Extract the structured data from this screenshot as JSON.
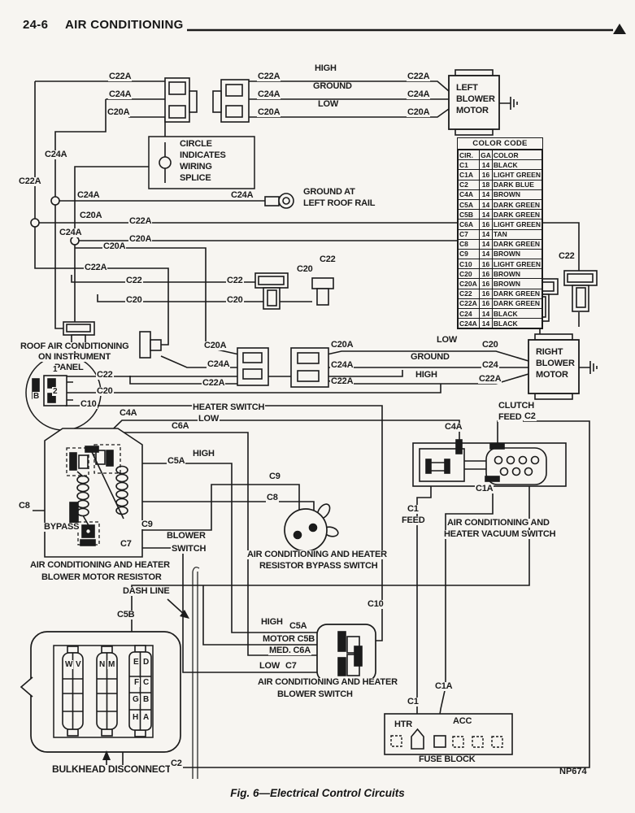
{
  "header": {
    "section": "24-6",
    "title": "AIR CONDITIONING"
  },
  "caption": "Fig. 6—Electrical Control Circuits",
  "drawing_number": "NP674",
  "legend": {
    "lines": [
      "CIRCLE",
      "INDICATES",
      "WIRING",
      "SPLICE"
    ]
  },
  "color_code": {
    "title": "COLOR CODE",
    "columns": [
      "CIR.",
      "GA",
      "COLOR"
    ],
    "rows": [
      [
        "C1",
        "14",
        "BLACK"
      ],
      [
        "C1A",
        "16",
        "LIGHT GREEN"
      ],
      [
        "C2",
        "18",
        "DARK BLUE"
      ],
      [
        "C4A",
        "14",
        "BROWN"
      ],
      [
        "C5A",
        "14",
        "DARK GREEN"
      ],
      [
        "C5B",
        "14",
        "DARK GREEN"
      ],
      [
        "C6A",
        "16",
        "LIGHT GREEN"
      ],
      [
        "C7",
        "14",
        "TAN"
      ],
      [
        "C8",
        "14",
        "DARK GREEN"
      ],
      [
        "C9",
        "14",
        "BROWN"
      ],
      [
        "C10",
        "16",
        "LIGHT GREEN"
      ],
      [
        "C20",
        "16",
        "BROWN"
      ],
      [
        "C20A",
        "16",
        "BROWN"
      ],
      [
        "C22",
        "16",
        "DARK GREEN"
      ],
      [
        "C22A",
        "16",
        "DARK GREEN"
      ],
      [
        "C24",
        "14",
        "BLACK"
      ],
      [
        "C24A",
        "14",
        "BLACK"
      ]
    ]
  },
  "components": {
    "left_blower_motor": [
      "LEFT",
      "BLOWER",
      "MOTOR"
    ],
    "right_blower_motor": [
      "RIGHT",
      "BLOWER",
      "MOTOR"
    ],
    "fuse_block": "FUSE BLOCK",
    "bulkhead_disconnect": "BULKHEAD DISCONNECT",
    "resistor": [
      "AIR CONDITIONING AND HEATER",
      "BLOWER MOTOR RESISTOR"
    ],
    "bypass_switch": [
      "AIR CONDITIONING AND HEATER",
      "RESISTOR BYPASS SWITCH"
    ],
    "vacuum_switch": [
      "AIR CONDITIONING AND",
      "HEATER VACUUM SWITCH"
    ],
    "blower_switch": [
      "AIR CONDITIONING AND HEATER",
      "BLOWER SWITCH"
    ],
    "roof_ac": [
      "ROOF AIR CONDITIONING",
      "ON INSTRUMENT",
      "PANEL"
    ]
  },
  "labels": [
    [
      "C22A",
      133,
      89
    ],
    [
      "C24A",
      133,
      111
    ],
    [
      "C20A",
      131,
      133
    ],
    [
      "C24A",
      54,
      185
    ],
    [
      "C22A",
      22,
      218
    ],
    [
      "C22A",
      316,
      89
    ],
    [
      "HIGH",
      386,
      79
    ],
    [
      "C22A",
      500,
      89
    ],
    [
      "C24A",
      316,
      111
    ],
    [
      "GROUND",
      384,
      101
    ],
    [
      "C24A",
      500,
      111
    ],
    [
      "C20A",
      316,
      133
    ],
    [
      "LOW",
      390,
      123
    ],
    [
      "C20A",
      500,
      133
    ],
    [
      "LEFT",
      560,
      103
    ],
    [
      "BLOWER",
      560,
      117
    ],
    [
      "MOTOR",
      560,
      131
    ],
    [
      "CIRCLE",
      220,
      172
    ],
    [
      "INDICATES",
      220,
      186
    ],
    [
      "WIRING",
      220,
      200
    ],
    [
      "SPLICE",
      220,
      214
    ],
    [
      "C24A",
      94,
      235
    ],
    [
      "C24A",
      283,
      235
    ],
    [
      "GROUND AT",
      372,
      231
    ],
    [
      "LEFT ROOF RAIL",
      372,
      245
    ],
    [
      "C20A",
      97,
      260
    ],
    [
      "C22A",
      158,
      267
    ],
    [
      "C24A",
      72,
      281
    ],
    [
      "C20A",
      158,
      289
    ],
    [
      "C20A",
      126,
      298
    ],
    [
      "C22A",
      103,
      324
    ],
    [
      "C22",
      154,
      340
    ],
    [
      "C22",
      278,
      340
    ],
    [
      "C20",
      154,
      364
    ],
    [
      "C20",
      278,
      364
    ],
    [
      "C20",
      364,
      326
    ],
    [
      "C22",
      392,
      314
    ],
    [
      "C20",
      638,
      323
    ],
    [
      "C22",
      686,
      310
    ],
    [
      "ROOF AIR CONDITIONING",
      24,
      421
    ],
    [
      "ON INSTRUMENT",
      46,
      434
    ],
    [
      "PANEL",
      66,
      447
    ],
    [
      "1",
      64,
      449,
      10
    ],
    [
      "2",
      64,
      476,
      10
    ],
    [
      "B",
      40,
      482,
      10
    ],
    [
      "C22",
      118,
      456
    ],
    [
      "C20",
      118,
      476
    ],
    [
      "C10",
      98,
      492
    ],
    [
      "C20A",
      250,
      420
    ],
    [
      "C24A",
      254,
      443
    ],
    [
      "C22A",
      248,
      466
    ],
    [
      "C20A",
      406,
      419
    ],
    [
      "LOW",
      536,
      413
    ],
    [
      "C20",
      592,
      419
    ],
    [
      "C24A",
      406,
      444
    ],
    [
      "GROUND",
      504,
      434
    ],
    [
      "C24",
      592,
      444
    ],
    [
      "C22A",
      406,
      464
    ],
    [
      "HIGH",
      510,
      456
    ],
    [
      "C22A",
      588,
      461
    ],
    [
      "RIGHT",
      658,
      428
    ],
    [
      "BLOWER",
      658,
      442
    ],
    [
      "MOTOR",
      658,
      456
    ],
    [
      "CLUTCH",
      612,
      494
    ],
    [
      "FEED",
      612,
      508
    ],
    [
      "C2",
      644,
      507
    ],
    [
      "C4A",
      146,
      503
    ],
    [
      "HEATER SWITCH",
      236,
      496
    ],
    [
      "C4A",
      546,
      520
    ],
    [
      "LOW",
      243,
      510
    ],
    [
      "C6A",
      210,
      519
    ],
    [
      "HIGH",
      236,
      553
    ],
    [
      "C5A",
      205,
      562
    ],
    [
      "C9",
      330,
      581
    ],
    [
      "C8",
      327,
      607
    ],
    [
      "C8",
      22,
      617
    ],
    [
      "BYPASS",
      53,
      643
    ],
    [
      "C9",
      173,
      640
    ],
    [
      "C7",
      147,
      664
    ],
    [
      "BLOWER",
      204,
      654
    ],
    [
      "SWITCH",
      210,
      670
    ],
    [
      "AIR CONDITIONING AND HEATER",
      36,
      690
    ],
    [
      "BLOWER MOTOR RESISTOR",
      50,
      705
    ],
    [
      "AIR CONDITIONING AND HEATER",
      303,
      677
    ],
    [
      "RESISTOR BYPASS SWITCH",
      318,
      691
    ],
    [
      "C1",
      500,
      621
    ],
    [
      "FEED",
      493,
      635
    ],
    [
      "AIR CONDITIONING AND",
      549,
      638
    ],
    [
      "HEATER VACUUM SWITCH",
      545,
      652
    ],
    [
      "C1A",
      584,
      596
    ],
    [
      "DASH LINE",
      150,
      722
    ],
    [
      "C5B",
      143,
      751
    ],
    [
      "C10",
      451,
      738
    ],
    [
      "HIGH",
      320,
      760
    ],
    [
      "C5A",
      355,
      765
    ],
    [
      "MOTOR C5B",
      322,
      781
    ],
    [
      "MED. C6A",
      330,
      795
    ],
    [
      "LOW",
      318,
      814
    ],
    [
      "C7",
      350,
      814
    ],
    [
      "AIR CONDITIONING AND HEATER",
      316,
      834
    ],
    [
      "BLOWER SWITCH",
      340,
      849
    ],
    [
      "C1A",
      534,
      839
    ],
    [
      "C1",
      500,
      858
    ],
    [
      "W",
      79,
      812,
      10
    ],
    [
      "V",
      92,
      812,
      10
    ],
    [
      "N",
      121,
      812,
      10
    ],
    [
      "M",
      132,
      812,
      10
    ],
    [
      "E",
      163,
      809,
      10
    ],
    [
      "D",
      175,
      809,
      10
    ],
    [
      "F",
      164,
      834,
      10
    ],
    [
      "C",
      175,
      834,
      10
    ],
    [
      "G",
      162,
      855,
      10
    ],
    [
      "B",
      175,
      855,
      10
    ],
    [
      "H",
      162,
      877,
      10
    ],
    [
      "A",
      175,
      877,
      10
    ],
    [
      "BULKHEAD DISCONNECT",
      63,
      941,
      12
    ],
    [
      "C2",
      209,
      934
    ],
    [
      "HTR",
      484,
      886
    ],
    [
      "ACC",
      556,
      882
    ],
    [
      "FUSE BLOCK",
      514,
      929
    ]
  ]
}
